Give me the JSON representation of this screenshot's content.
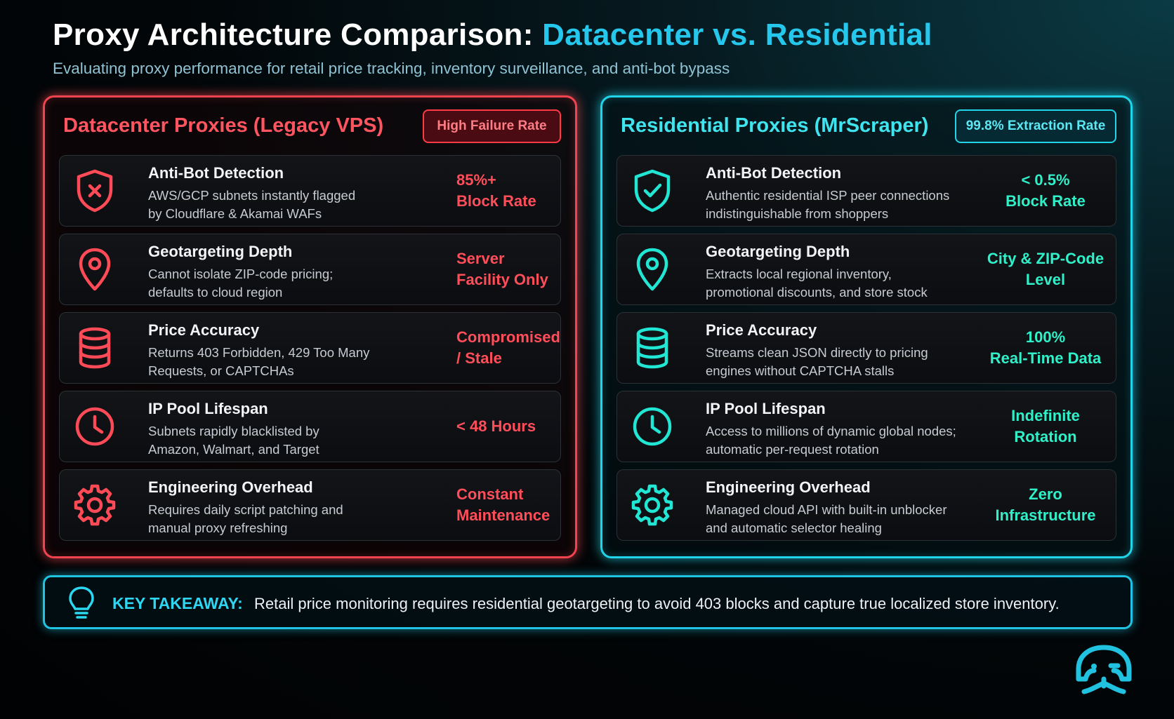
{
  "header": {
    "title_prefix": "Proxy Architecture Comparison: ",
    "title_accent": "Datacenter vs. Residential",
    "subtitle": "Evaluating proxy performance for retail price tracking, inventory surveillance, and anti-bot bypass"
  },
  "colors": {
    "datacenter_accent": "#f2444f",
    "residential_accent": "#20d4ea",
    "residential_metric": "#2ff0c9"
  },
  "datacenter": {
    "title": "Datacenter Proxies (Legacy VPS)",
    "badge": "High Failure Rate",
    "rows": [
      {
        "icon": "shield-x-icon",
        "label": "Anti-Bot Detection",
        "desc": [
          "AWS/GCP subnets instantly flagged",
          "by Cloudflare & Akamai WAFs"
        ],
        "metric": [
          "85%+",
          "Block Rate"
        ]
      },
      {
        "icon": "map-pin-icon",
        "label": "Geotargeting Depth",
        "desc": [
          "Cannot isolate ZIP-code pricing;",
          "defaults to cloud region"
        ],
        "metric": [
          "Server",
          "Facility Only"
        ]
      },
      {
        "icon": "database-icon",
        "label": "Price Accuracy",
        "desc": [
          "Returns 403 Forbidden, 429 Too Many",
          "Requests, or CAPTCHAs"
        ],
        "metric": [
          "Compromised",
          "/ Stale"
        ]
      },
      {
        "icon": "clock-icon",
        "label": "IP Pool Lifespan",
        "desc": [
          "Subnets rapidly blacklisted by",
          "Amazon, Walmart, and Target"
        ],
        "metric": [
          "< 48 Hours",
          ""
        ]
      },
      {
        "icon": "gear-icon",
        "label": "Engineering Overhead",
        "desc": [
          "Requires daily script patching and",
          "manual proxy refreshing"
        ],
        "metric": [
          "Constant",
          "Maintenance"
        ]
      }
    ]
  },
  "residential": {
    "title": "Residential Proxies (MrScraper)",
    "badge": "99.8% Extraction Rate",
    "rows": [
      {
        "icon": "shield-check-icon",
        "label": "Anti-Bot Detection",
        "desc": [
          "Authentic residential ISP peer connections",
          "indistinguishable from shoppers"
        ],
        "metric": [
          "< 0.5%",
          "Block Rate"
        ]
      },
      {
        "icon": "map-pin-icon",
        "label": "Geotargeting Depth",
        "desc": [
          "Extracts local regional inventory,",
          "promotional discounts, and store stock"
        ],
        "metric": [
          "City & ZIP-Code",
          "Level"
        ]
      },
      {
        "icon": "database-icon",
        "label": "Price Accuracy",
        "desc": [
          "Streams clean JSON directly to pricing",
          "engines without CAPTCHA stalls"
        ],
        "metric": [
          "100%",
          "Real-Time Data"
        ]
      },
      {
        "icon": "clock-icon",
        "label": "IP Pool Lifespan",
        "desc": [
          "Access to millions of dynamic global nodes;",
          "automatic per-request rotation"
        ],
        "metric": [
          "Indefinite",
          "Rotation"
        ]
      },
      {
        "icon": "gear-icon",
        "label": "Engineering Overhead",
        "desc": [
          "Managed cloud API with built-in unblocker",
          "and automatic selector healing"
        ],
        "metric": [
          "Zero",
          "Infrastructure"
        ]
      }
    ]
  },
  "takeaway": {
    "icon": "lightbulb-icon",
    "label": "KEY TAKEAWAY:",
    "text": "Retail price monitoring requires residential geotargeting to avoid 403 blocks and capture true localized store inventory."
  },
  "logo": {
    "icon": "mrscraper-logo-icon"
  }
}
